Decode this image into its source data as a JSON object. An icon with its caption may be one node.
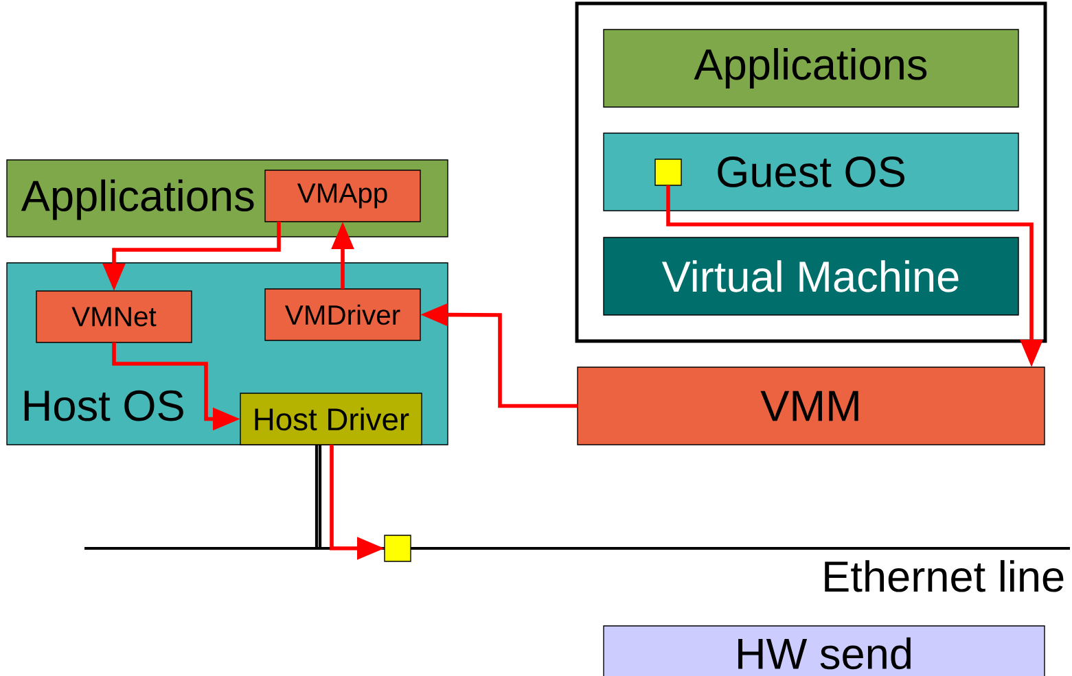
{
  "diagram": {
    "nodes": [
      {
        "text": [],
        "shape": "box"
      },
      {
        "text": [
          "Applications"
        ],
        "in": 0
      },
      {
        "text": [
          "Guest OS"
        ],
        "in": 0
      },
      {
        "text": [],
        "shape": "box",
        "in": 2
      },
      {
        "text": [
          "Virtual Machine"
        ],
        "in": 0
      },
      {
        "text": [
          "VMM"
        ]
      },
      {
        "text": [
          "Applications"
        ]
      },
      {
        "text": [
          "VMApp"
        ],
        "in": 6
      },
      {
        "text": [
          "Host OS"
        ]
      },
      {
        "text": [
          "VMNet"
        ],
        "in": 8
      },
      {
        "text": [
          "VMDriver"
        ],
        "in": 8
      },
      {
        "text": [
          "Host Driver"
        ],
        "in": 8
      },
      {
        "text": [],
        "shape": "box"
      },
      {
        "text": [
          "HW send"
        ]
      }
    ],
    "edges": [
      {
        "from": 3,
        "to": 5,
        "arrow": "to"
      },
      {
        "from": 5,
        "to": 10,
        "arrow": "to"
      },
      {
        "from": 10,
        "to": 7,
        "arrow": "to"
      },
      {
        "from": 7,
        "to": 9,
        "arrow": "to"
      },
      {
        "from": 9,
        "to": 11,
        "arrow": "to"
      },
      {
        "from": 11,
        "to": 12,
        "arrow": "to"
      }
    ],
    "labels": [
      "Ethernet line"
    ]
  }
}
